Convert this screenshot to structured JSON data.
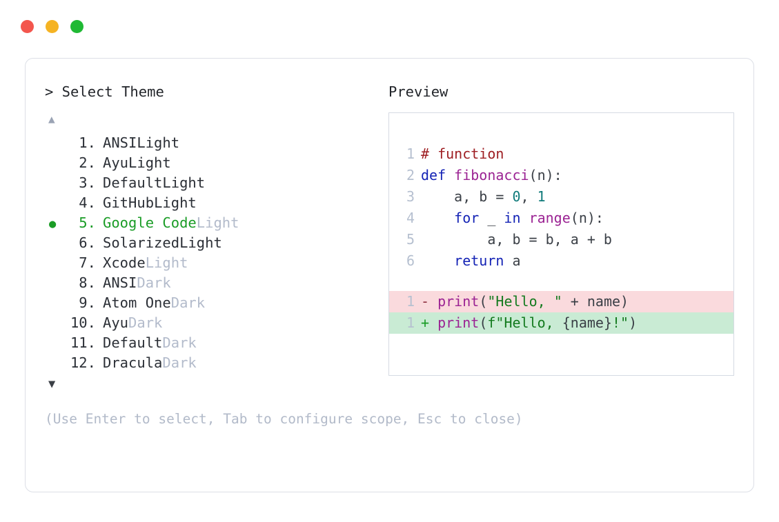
{
  "window": {
    "controls": [
      {
        "name": "close",
        "color": "#f3564d"
      },
      {
        "name": "minimize",
        "color": "#f5b323"
      },
      {
        "name": "maximize",
        "color": "#1fb934"
      }
    ]
  },
  "prompt": {
    "text": "> Select Theme"
  },
  "scroll": {
    "up_glyph": "▲",
    "down_glyph": "▼"
  },
  "selection": {
    "bullet_glyph": "●",
    "selected_index": 5,
    "accent_color": "#1a9c26"
  },
  "themes": [
    {
      "num": " 1.",
      "name": "ANSI",
      "variant": "Light",
      "variant_muted": false,
      "selected": false
    },
    {
      "num": " 2.",
      "name": "Ayu",
      "variant": "Light",
      "variant_muted": false,
      "selected": false
    },
    {
      "num": " 3.",
      "name": "Default",
      "variant": "Light",
      "variant_muted": false,
      "selected": false
    },
    {
      "num": " 4.",
      "name": "GitHub",
      "variant": "Light",
      "variant_muted": false,
      "selected": false
    },
    {
      "num": " 5.",
      "name": "Google Code",
      "variant": "Light",
      "variant_muted": true,
      "selected": true
    },
    {
      "num": " 6.",
      "name": "Solarized",
      "variant": "Light",
      "variant_muted": false,
      "selected": false
    },
    {
      "num": " 7.",
      "name": "Xcode",
      "variant": "Light",
      "variant_muted": true,
      "selected": false
    },
    {
      "num": " 8.",
      "name": "ANSI",
      "variant": "Dark",
      "variant_muted": true,
      "selected": false
    },
    {
      "num": " 9.",
      "name": "Atom One",
      "variant": "Dark",
      "variant_muted": true,
      "selected": false
    },
    {
      "num": "10.",
      "name": "Ayu",
      "variant": "Dark",
      "variant_muted": true,
      "selected": false
    },
    {
      "num": "11.",
      "name": "Default",
      "variant": "Dark",
      "variant_muted": true,
      "selected": false
    },
    {
      "num": "12.",
      "name": "Dracula",
      "variant": "Dark",
      "variant_muted": true,
      "selected": false
    }
  ],
  "hint": {
    "text": "(Use Enter to select, Tab to configure scope, Esc to close)"
  },
  "preview": {
    "label": "Preview",
    "code_lines": [
      {
        "ln": "1",
        "tokens": [
          {
            "t": "# function",
            "c": "tok-comment"
          }
        ]
      },
      {
        "ln": "2",
        "tokens": [
          {
            "t": "def ",
            "c": "tok-kw"
          },
          {
            "t": "fibonacci",
            "c": "tok-fn"
          },
          {
            "t": "(n):",
            "c": "tok-plain"
          }
        ]
      },
      {
        "ln": "3",
        "tokens": [
          {
            "t": "    a, b = ",
            "c": "tok-plain"
          },
          {
            "t": "0",
            "c": "tok-num"
          },
          {
            "t": ", ",
            "c": "tok-plain"
          },
          {
            "t": "1",
            "c": "tok-num"
          }
        ]
      },
      {
        "ln": "4",
        "tokens": [
          {
            "t": "    ",
            "c": "tok-plain"
          },
          {
            "t": "for",
            "c": "tok-kw"
          },
          {
            "t": " _ ",
            "c": "tok-plain"
          },
          {
            "t": "in",
            "c": "tok-kw"
          },
          {
            "t": " ",
            "c": "tok-plain"
          },
          {
            "t": "range",
            "c": "tok-builtin"
          },
          {
            "t": "(n):",
            "c": "tok-plain"
          }
        ]
      },
      {
        "ln": "5",
        "tokens": [
          {
            "t": "        a, b = b, a + b",
            "c": "tok-plain"
          }
        ]
      },
      {
        "ln": "6",
        "tokens": [
          {
            "t": "    ",
            "c": "tok-plain"
          },
          {
            "t": "return",
            "c": "tok-kw"
          },
          {
            "t": " a",
            "c": "tok-plain"
          }
        ]
      }
    ],
    "diff_lines": [
      {
        "ln": "1",
        "kind": "del",
        "sign": "-",
        "tokens": [
          {
            "t": "print",
            "c": "tok-builtin"
          },
          {
            "t": "(",
            "c": "tok-plain"
          },
          {
            "t": "\"Hello, \"",
            "c": "tok-str"
          },
          {
            "t": " + name)",
            "c": "tok-plain"
          }
        ]
      },
      {
        "ln": "1",
        "kind": "add",
        "sign": "+",
        "tokens": [
          {
            "t": "print",
            "c": "tok-builtin"
          },
          {
            "t": "(",
            "c": "tok-plain"
          },
          {
            "t": "f\"Hello, ",
            "c": "tok-str"
          },
          {
            "t": "{name}",
            "c": "tok-plain"
          },
          {
            "t": "!\"",
            "c": "tok-str"
          },
          {
            "t": ")",
            "c": "tok-plain"
          }
        ]
      }
    ],
    "diff_colors": {
      "deleted_bg": "#fadadd",
      "added_bg": "#c9ebd4"
    }
  }
}
